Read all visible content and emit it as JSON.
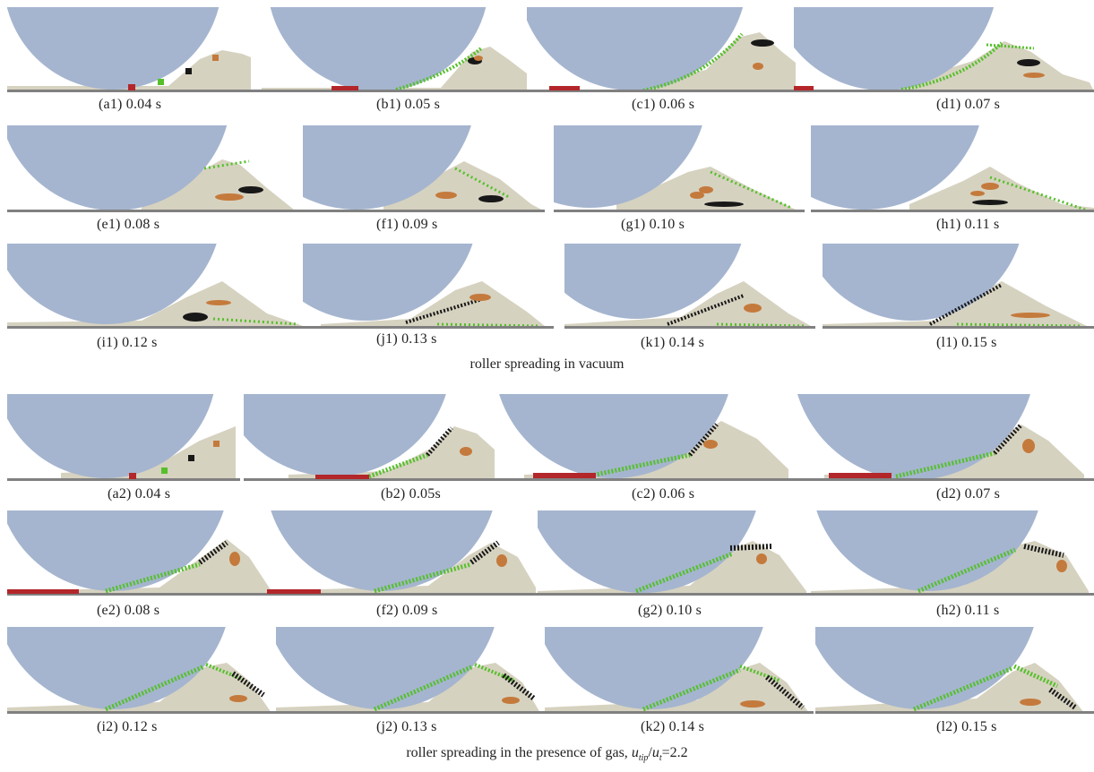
{
  "colors": {
    "roller": "#a5b5cf",
    "powder": "#d6d2c0",
    "base": "#808080",
    "red_particles": "#b3262a",
    "green_particles": "#55c02a",
    "black_particles": "#181818",
    "orange_particles": "#c47a3c"
  },
  "group_vacuum": {
    "caption": "roller spreading in vacuum",
    "panels": [
      {
        "label": "(a1)  0.04 s"
      },
      {
        "label": "(b1)  0.05 s"
      },
      {
        "label": "(c1)  0.06 s"
      },
      {
        "label": "(d1)  0.07 s"
      },
      {
        "label": "(e1)  0.08 s"
      },
      {
        "label": "(f1)  0.09 s"
      },
      {
        "label": "(g1)  0.10 s"
      },
      {
        "label": "(h1)  0.11 s"
      },
      {
        "label": "(i1)  0.12 s"
      },
      {
        "label": "(j1)  0.13 s"
      },
      {
        "label": "(k1)  0.14 s"
      },
      {
        "label": "(l1)  0.15 s"
      }
    ]
  },
  "group_gas": {
    "caption_prefix": "roller spreading in the presence of gas, ",
    "caption_u": "u",
    "caption_tip": "tip",
    "caption_slash": "/",
    "caption_u2": "u",
    "caption_t": "t",
    "caption_value": "=2.2",
    "panels": [
      {
        "label": "(a2)  0.04 s"
      },
      {
        "label": "(b2)  0.05s"
      },
      {
        "label": "(c2)  0.06 s"
      },
      {
        "label": "(d2)  0.07 s"
      },
      {
        "label": "(e2)  0.08 s"
      },
      {
        "label": "(f2)  0.09 s"
      },
      {
        "label": "(g2)  0.10 s"
      },
      {
        "label": "(h2)  0.11 s"
      },
      {
        "label": "(i2)  0.12 s"
      },
      {
        "label": "(j2)  0.13 s"
      },
      {
        "label": "(k2)  0.14 s"
      },
      {
        "label": "(l2)  0.15 s"
      }
    ]
  }
}
